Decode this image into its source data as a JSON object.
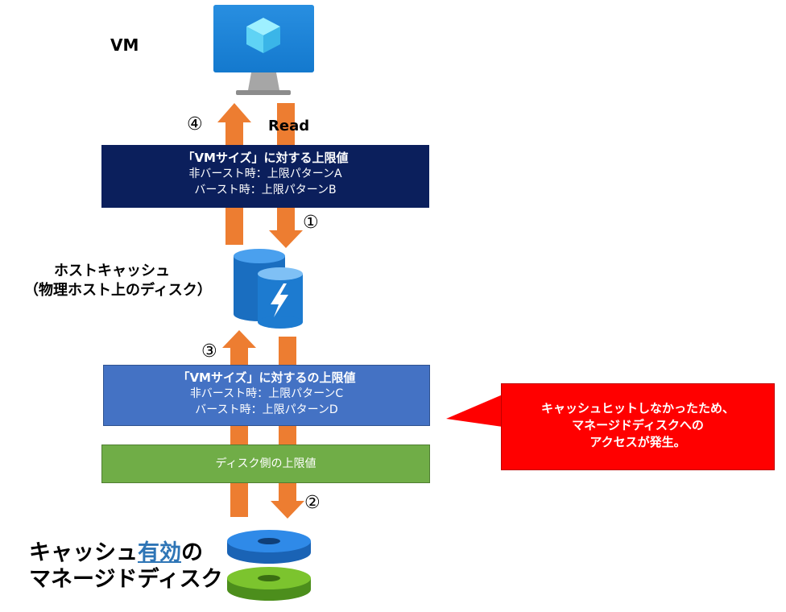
{
  "vm": {
    "label": "VM",
    "read_label": "Read"
  },
  "steps": {
    "s1": "①",
    "s2": "②",
    "s3": "③",
    "s4": "④"
  },
  "vm_limit_box": {
    "title": "「VMサイズ」に対する上限値",
    "line1": "非バースト時：上限パターンA",
    "line2": "バースト時：上限パターンB",
    "color": "#0b1f5c"
  },
  "host_cache": {
    "line1": "ホストキャッシュ",
    "line2": "（物理ホスト上のディスク）"
  },
  "cache_limit_box": {
    "title": "「VMサイズ」に対するの上限値",
    "line1": "非バースト時：上限パターンC",
    "line2": "バースト時：上限パターンD",
    "color": "#4472c4"
  },
  "disk_limit_box": {
    "label": "ディスク側の上限値",
    "color": "#70ad47"
  },
  "callout": {
    "line1": "キャッシュヒットしなかったため、",
    "line2": "マネージドディスクへの",
    "line3": "アクセスが発生。",
    "color": "#ff0000"
  },
  "managed_disk": {
    "prefix": "キャッシュ",
    "highlight": "有効",
    "suffix": "の",
    "line2": "マネージドディスク",
    "highlight_color": "#2e75b6"
  },
  "arrow_color": "#ed7d31"
}
